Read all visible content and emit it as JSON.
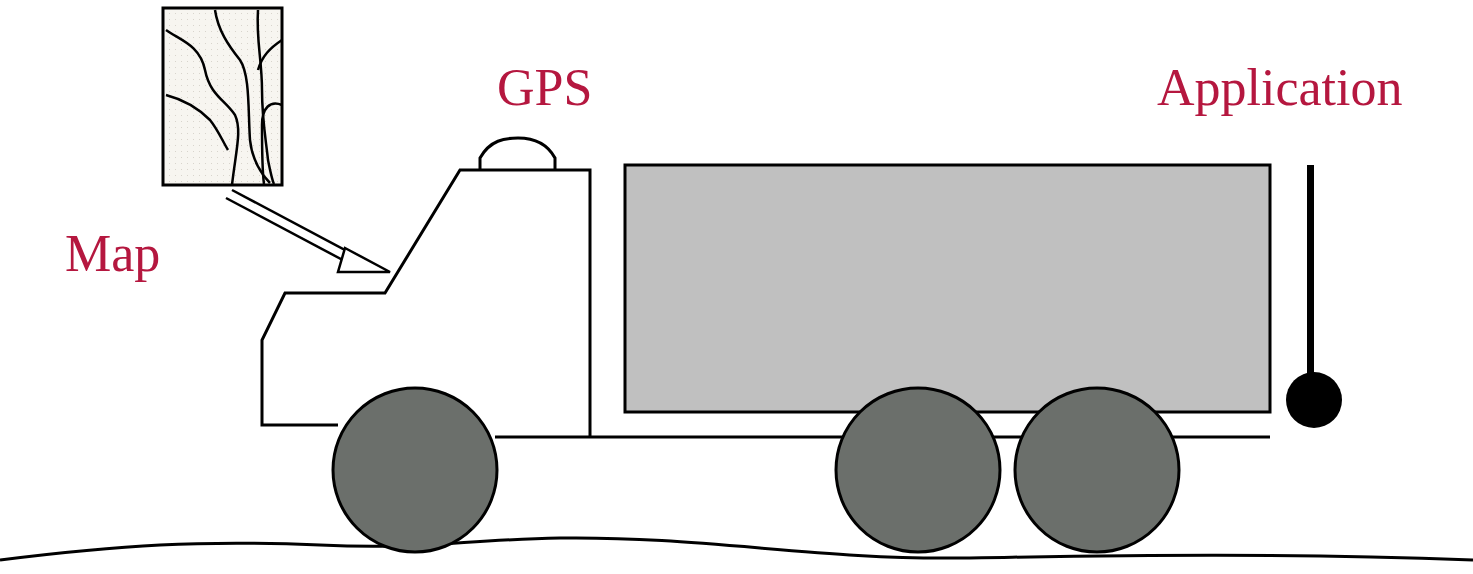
{
  "diagram": {
    "labels": [
      "Map",
      "GPS",
      "Application"
    ]
  }
}
